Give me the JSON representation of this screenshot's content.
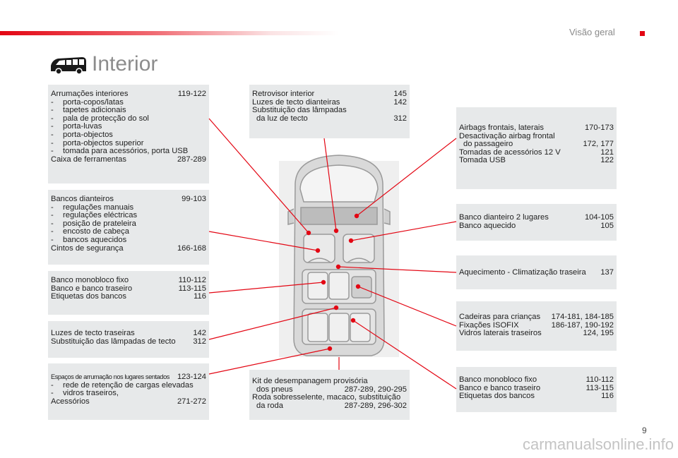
{
  "header": {
    "section": "Visão geral",
    "title": "Interior"
  },
  "page_number": "9",
  "watermark": "carmanualsonline.info",
  "colors": {
    "accent": "#e30613",
    "box_bg": "#e7e9ea",
    "title_gray": "#8c8c8c"
  },
  "icons": {
    "title": "van-icon"
  },
  "boxes": {
    "storage": {
      "title": "Arrumações interiores",
      "title_pages": "119-122",
      "items": [
        "porta-copos/latas",
        "tapetes adicionais",
        "pala de protecção do sol",
        "porta-luvas",
        "porta-objectos",
        "porta-objectos superior",
        "tomada para acessórios, porta USB"
      ],
      "footer": "Caixa de ferramentas",
      "footer_pages": "287-289"
    },
    "front_seats": {
      "title": "Bancos dianteiros",
      "title_pages": "99-103",
      "items": [
        "regulações manuais",
        "regulações eléctricas",
        "posição de prateleira",
        "encosto de cabeça",
        "bancos aquecidos"
      ],
      "footer": "Cintos de segurança",
      "footer_pages": "166-168"
    },
    "bench_left": {
      "rows": [
        {
          "label": "Banco monobloco fixo",
          "pages": "110-112"
        },
        {
          "label": "Banco e banco traseiro",
          "pages": "113-115"
        },
        {
          "label": "Etiquetas dos bancos",
          "pages": "116"
        }
      ]
    },
    "rear_lights": {
      "rows": [
        {
          "label": "Luzes de tecto traseiras",
          "pages": "142"
        },
        {
          "label": "Substituição das lâmpadas de tecto",
          "pages": "312"
        }
      ]
    },
    "rear_storage": {
      "title": "Espaços de arrumação nos lugares sentados",
      "title_pages": "123-124",
      "items": [
        "rede de retenção de cargas elevadas",
        "vidros traseiros,"
      ],
      "footer": "Acessórios",
      "footer_pages": "271-272"
    },
    "mirror": {
      "row1": {
        "label": "Retrovisor interior",
        "pages": "145"
      },
      "row2": {
        "label": "Luzes de tecto dianteiras",
        "pages": "142"
      },
      "row3_line1": "Substituição das lâmpadas",
      "row3_line2": "da luz de tecto",
      "row3_pages": "312"
    },
    "airbags": {
      "row1": {
        "label": "Airbags frontais, laterais",
        "pages": "170-173"
      },
      "row2_line1": "Desactivação airbag frontal",
      "row2_line2": "do passageiro",
      "row2_pages": "172, 177",
      "row3": {
        "label": "Tomadas de acessórios 12 V",
        "pages": "121"
      },
      "row4": {
        "label": "Tomada USB",
        "pages": "122"
      }
    },
    "front_bench": {
      "rows": [
        {
          "label": "Banco dianteiro 2 lugares",
          "pages": "104-105"
        },
        {
          "label": "Banco aquecido",
          "pages": "105"
        }
      ]
    },
    "rear_heating": {
      "label": "Aquecimento - Climatização traseira",
      "pages": "137"
    },
    "child_seats": {
      "rows": [
        {
          "label": "Cadeiras para crianças",
          "pages": "174-181, 184-185"
        },
        {
          "label": "Fixações ISOFIX",
          "pages": "186-187, 190-192"
        },
        {
          "label": "Vidros laterais traseiros",
          "pages": "124, 195"
        }
      ]
    },
    "bench_right": {
      "rows": [
        {
          "label": "Banco monobloco fixo",
          "pages": "110-112"
        },
        {
          "label": "Banco e banco traseiro",
          "pages": "113-115"
        },
        {
          "label": "Etiquetas dos bancos",
          "pages": "116"
        }
      ]
    },
    "tyre_kit": {
      "row1_line1": "Kit de desempanagem provisória",
      "row1_line2": "dos pneus",
      "row1_pages": "287-289, 290-295",
      "row2_line1": "Roda sobresselente, macaco, substituição",
      "row2_line2": "da roda",
      "row2_pages": "287-289, 296-302"
    }
  }
}
